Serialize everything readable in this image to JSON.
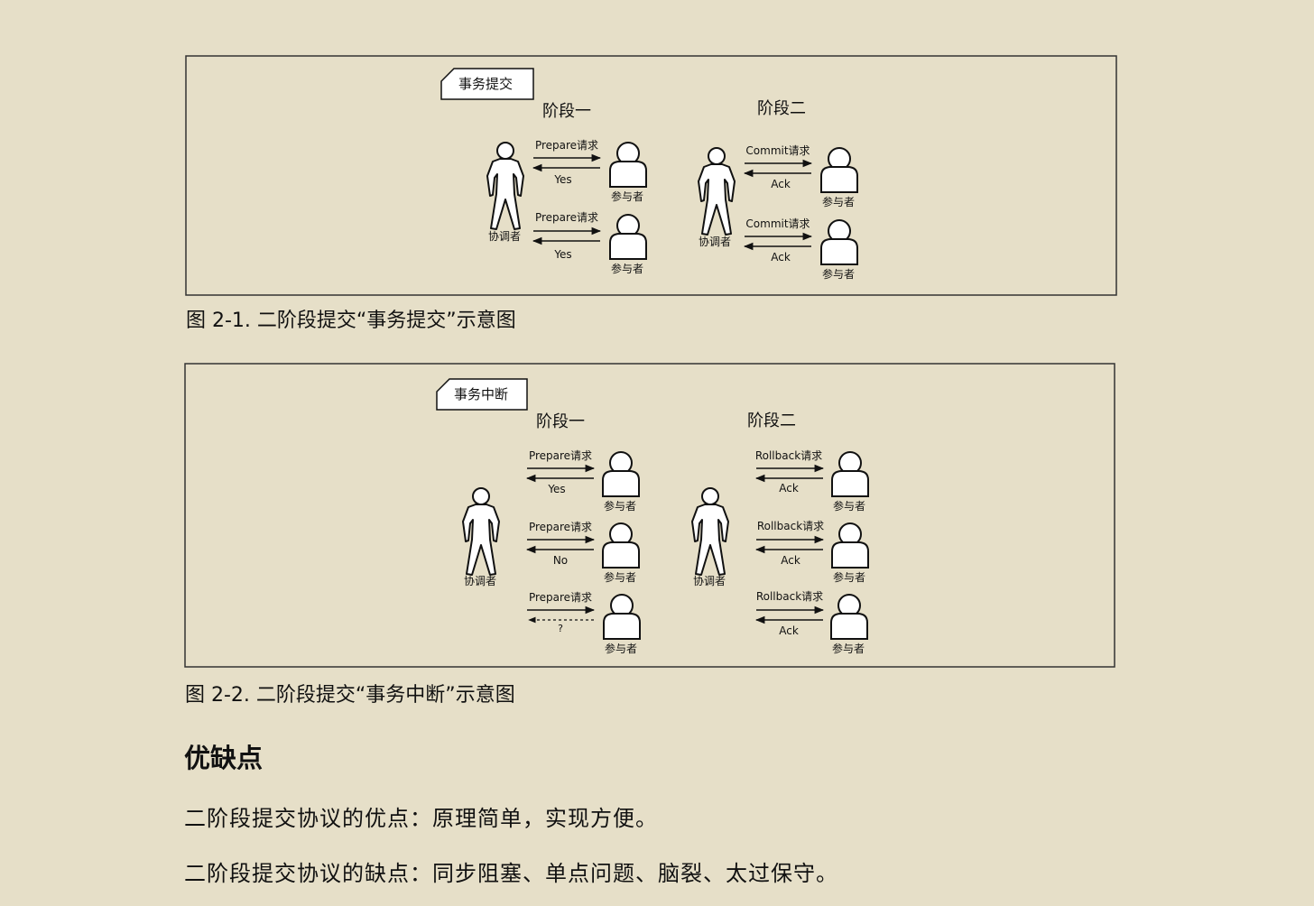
{
  "figure1": {
    "tab_label": "事务提交",
    "phase1_title": "阶段一",
    "phase2_title": "阶段二",
    "coordinator_label": "协调者",
    "participant_label": "参与者",
    "phase1_msgs": [
      {
        "request": "Prepare请求",
        "response": "Yes"
      },
      {
        "request": "Prepare请求",
        "response": "Yes"
      }
    ],
    "phase2_msgs": [
      {
        "request": "Commit请求",
        "response": "Ack"
      },
      {
        "request": "Commit请求",
        "response": "Ack"
      }
    ],
    "caption": "图 2-1.  二阶段提交“事务提交”示意图"
  },
  "figure2": {
    "tab_label": "事务中断",
    "phase1_title": "阶段一",
    "phase2_title": "阶段二",
    "coordinator_label": "协调者",
    "participant_label": "参与者",
    "phase1_msgs": [
      {
        "request": "Prepare请求",
        "response": "Yes"
      },
      {
        "request": "Prepare请求",
        "response": "No"
      },
      {
        "request": "Prepare请求",
        "response": "?"
      }
    ],
    "phase2_msgs": [
      {
        "request": "Rollback请求",
        "response": "Ack"
      },
      {
        "request": "Rollback请求",
        "response": "Ack"
      },
      {
        "request": "Rollback请求",
        "response": "Ack"
      }
    ],
    "caption": "图 2-2.  二阶段提交“事务中断”示意图"
  },
  "section": {
    "heading": "优缺点",
    "advantages": "二阶段提交协议的优点：原理简单，实现方便。",
    "disadvantages": "二阶段提交协议的缺点：同步阻塞、单点问题、脑裂、太过保守。"
  }
}
